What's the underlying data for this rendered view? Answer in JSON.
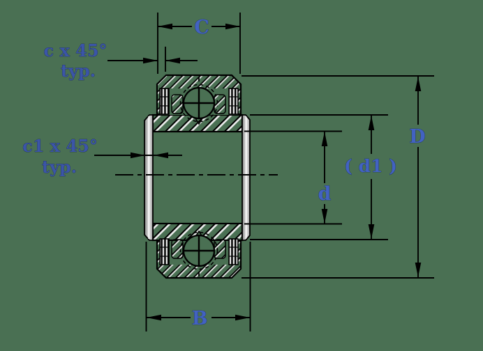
{
  "diagram": {
    "labels": {
      "dim_C": "C",
      "dim_B": "B",
      "dim_D": "D",
      "dim_d": "d",
      "dim_d1": "( d1 )",
      "chamfer_c": "c x 45°",
      "chamfer_c_typ": "typ.",
      "chamfer_c1": "c1 x 45°",
      "chamfer_c1_typ": "typ."
    },
    "colors": {
      "background": "#4a7053",
      "line": "#000000",
      "label_text": "#4262c2",
      "face_shading": "#b5b5b5",
      "hatch_highlight": "#e9e9e9"
    }
  }
}
